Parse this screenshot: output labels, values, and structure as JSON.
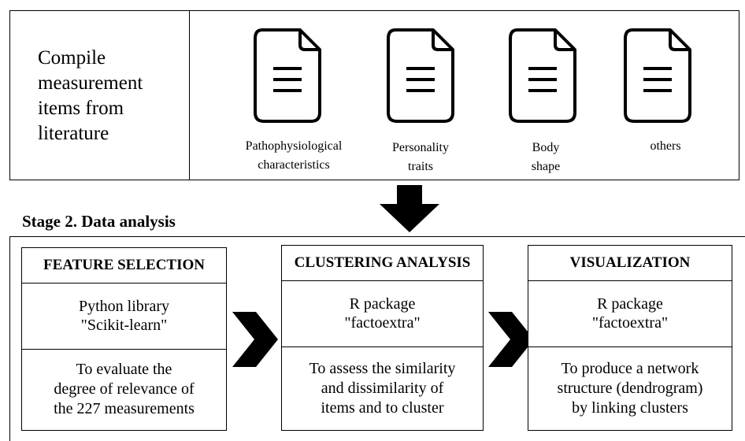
{
  "stage1": {
    "compile_lines": [
      "Compile",
      "measurement",
      "items from",
      "literature"
    ],
    "documents": [
      {
        "icon": "document-icon",
        "label_lines": [
          "Pathophysiological",
          "characteristics"
        ]
      },
      {
        "icon": "document-icon",
        "label_lines": [
          "Personality",
          "traits"
        ]
      },
      {
        "icon": "document-icon",
        "label_lines": [
          "Body",
          "shape"
        ]
      },
      {
        "icon": "document-icon",
        "label_lines": [
          "others"
        ]
      }
    ]
  },
  "stage2": {
    "title": "Stage 2. Data analysis",
    "panels": [
      {
        "header": "FEATURE SELECTION",
        "tool_lines": [
          "Python library",
          "\"Scikit-learn\""
        ],
        "desc_lines": [
          "To evaluate the",
          "degree of relevance of",
          "the 227 measurements"
        ]
      },
      {
        "header": "CLUSTERING ANALYSIS",
        "tool_lines": [
          "R package",
          "\"factoextra\""
        ],
        "desc_lines": [
          "To assess the similarity",
          "and dissimilarity of",
          "items and to cluster"
        ]
      },
      {
        "header": "VISUALIZATION",
        "tool_lines": [
          "R package",
          "\"factoextra\""
        ],
        "desc_lines": [
          "To produce a network",
          "structure (dendrogram)",
          "by linking clusters"
        ]
      }
    ]
  },
  "colors": {
    "stroke": "#000000",
    "background": "#ffffff"
  }
}
